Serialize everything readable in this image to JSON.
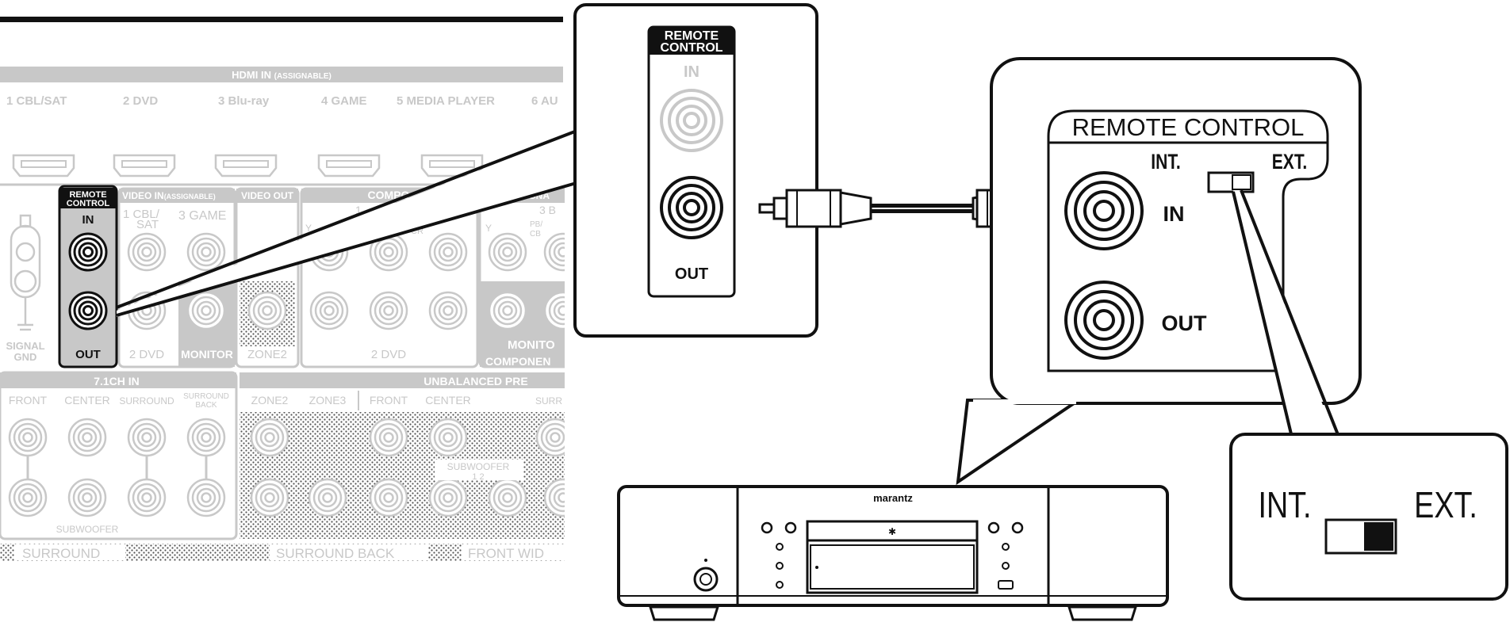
{
  "panel": {
    "hdmi_header_main": "HDMI IN",
    "hdmi_header_sub": "(ASSIGNABLE)",
    "hdmi_inputs": [
      "1 CBL/SAT",
      "2 DVD",
      "3 Blu-ray",
      "4 GAME",
      "5 MEDIA PLAYER",
      "6 AU"
    ],
    "remote_control_line1": "REMOTE",
    "remote_control_line2": "CONTROL",
    "remote_in": "IN",
    "remote_out": "OUT",
    "video_in": "VIDEO IN",
    "video_in_sub": "(ASSIGNABLE)",
    "video_out": "VIDEO OUT",
    "component_header": "COMPO",
    "assignable_fragment": "SIGNA",
    "cbl_sat_line1": "1 CBL/",
    "cbl_sat_line2": "SAT",
    "game": "3 GAME",
    "blu_fragment": "3 B",
    "dvd_left": "2 DVD",
    "monitor": "MONITOR",
    "zone2": "ZONE2",
    "dvd_center": "2 DVD",
    "monitor_right": "MONITO",
    "component_right": "COMPONEN",
    "one": "1",
    "y": "Y",
    "pb": "PB/",
    "cb": "CB",
    "cr": "CR",
    "signal_gnd_line1": "SIGNAL",
    "signal_gnd_line2": "GND",
    "ch71_in": "7.1CH IN",
    "ch71_labels": [
      "FRONT",
      "CENTER",
      "SURROUND"
    ],
    "surround_back_line1": "SURROUND",
    "surround_back_line2": "BACK",
    "subwoofer_left": "SUBWOOFER",
    "unbalanced_pre": "UNBALANCED PRE",
    "pre_labels": [
      "ZONE2",
      "ZONE3",
      "FRONT",
      "CENTER"
    ],
    "surr_fragment": "SURR",
    "subwoofer_pre": "SUBWOOFER",
    "sub_numbers": "1  2",
    "bottom_labels": [
      "SURROUND",
      "SURROUND BACK",
      "FRONT WID"
    ]
  },
  "callout_small": {
    "title_line1": "REMOTE",
    "title_line2": "CONTROL",
    "in": "IN",
    "out": "OUT"
  },
  "callout_large": {
    "title": "REMOTE CONTROL",
    "int": "INT.",
    "ext": "EXT.",
    "in": "IN",
    "out": "OUT"
  },
  "switch_zoom": {
    "int": "INT.",
    "ext": "EXT."
  },
  "player": {
    "brand": "marantz"
  }
}
